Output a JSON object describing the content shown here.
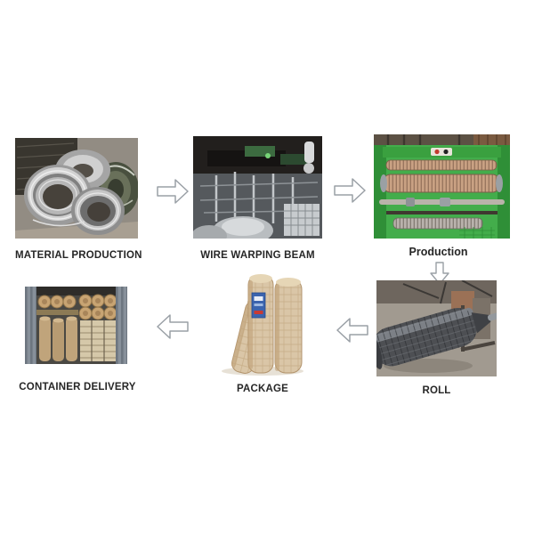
{
  "diagram": {
    "title": "Wire mesh production process flow",
    "background_color": "#ffffff",
    "label_color": "#262626",
    "arrow_outline_color": "#9aa0a6"
  },
  "steps": [
    {
      "label": "MATERIAL PRODUCTION",
      "photo": "steel-wire-coils"
    },
    {
      "label": "WIRE WARPING BEAM",
      "photo": "warping-beam-machine"
    },
    {
      "label": "Production",
      "photo": "green-mesh-welding-machine"
    },
    {
      "label": "ROLL",
      "photo": "wire-mesh-roll"
    },
    {
      "label": "PACKAGE",
      "photo": "paper-wrapped-rolls"
    },
    {
      "label": "CONTAINER DELIVERY",
      "photo": "loaded-container"
    }
  ],
  "arrows": [
    {
      "direction": "right",
      "from": "MATERIAL PRODUCTION",
      "to": "WIRE WARPING BEAM"
    },
    {
      "direction": "right",
      "from": "WIRE WARPING BEAM",
      "to": "Production"
    },
    {
      "direction": "down",
      "from": "Production",
      "to": "ROLL"
    },
    {
      "direction": "left",
      "from": "ROLL",
      "to": "PACKAGE"
    },
    {
      "direction": "left",
      "from": "PACKAGE",
      "to": "CONTAINER DELIVERY"
    }
  ]
}
